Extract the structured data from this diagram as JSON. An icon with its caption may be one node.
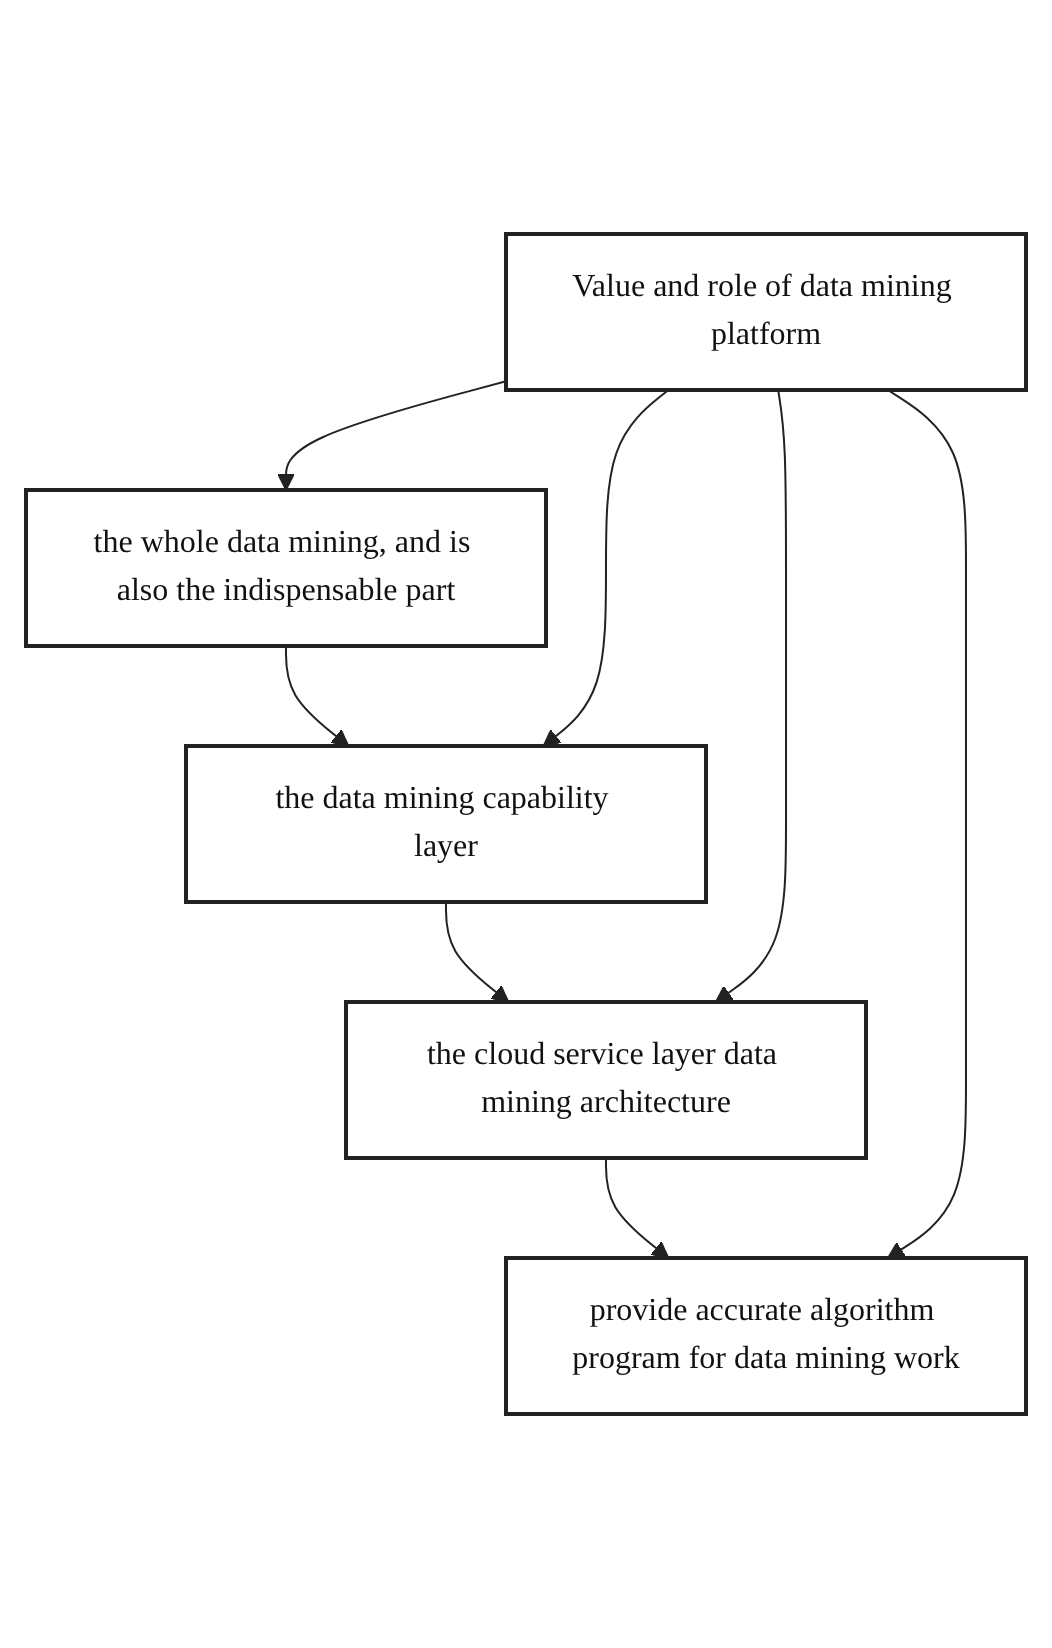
{
  "diagram": {
    "nodes": [
      {
        "text": [
          "the whole data mining, and is also the indispensable part"
        ]
      },
      {
        "text": [
          "the data mining capability layer"
        ]
      },
      {
        "text": [
          "the cloud service layer data mining architecture"
        ]
      },
      {
        "text": [
          "provide accurate algorithm program for data mining work"
        ]
      },
      {
        "text": [
          "Value and role of data mining platform"
        ]
      }
    ],
    "edges": [
      {
        "from": 0,
        "to": 1,
        "arrow": "to"
      },
      {
        "from": 1,
        "to": 2,
        "arrow": "to"
      },
      {
        "from": 2,
        "to": 3,
        "arrow": "to"
      },
      {
        "from": 4,
        "to": 0,
        "arrow": "to"
      },
      {
        "from": 4,
        "to": 1,
        "arrow": "to"
      },
      {
        "from": 4,
        "to": 2,
        "arrow": "to"
      },
      {
        "from": 4,
        "to": 3,
        "arrow": "to"
      }
    ]
  }
}
